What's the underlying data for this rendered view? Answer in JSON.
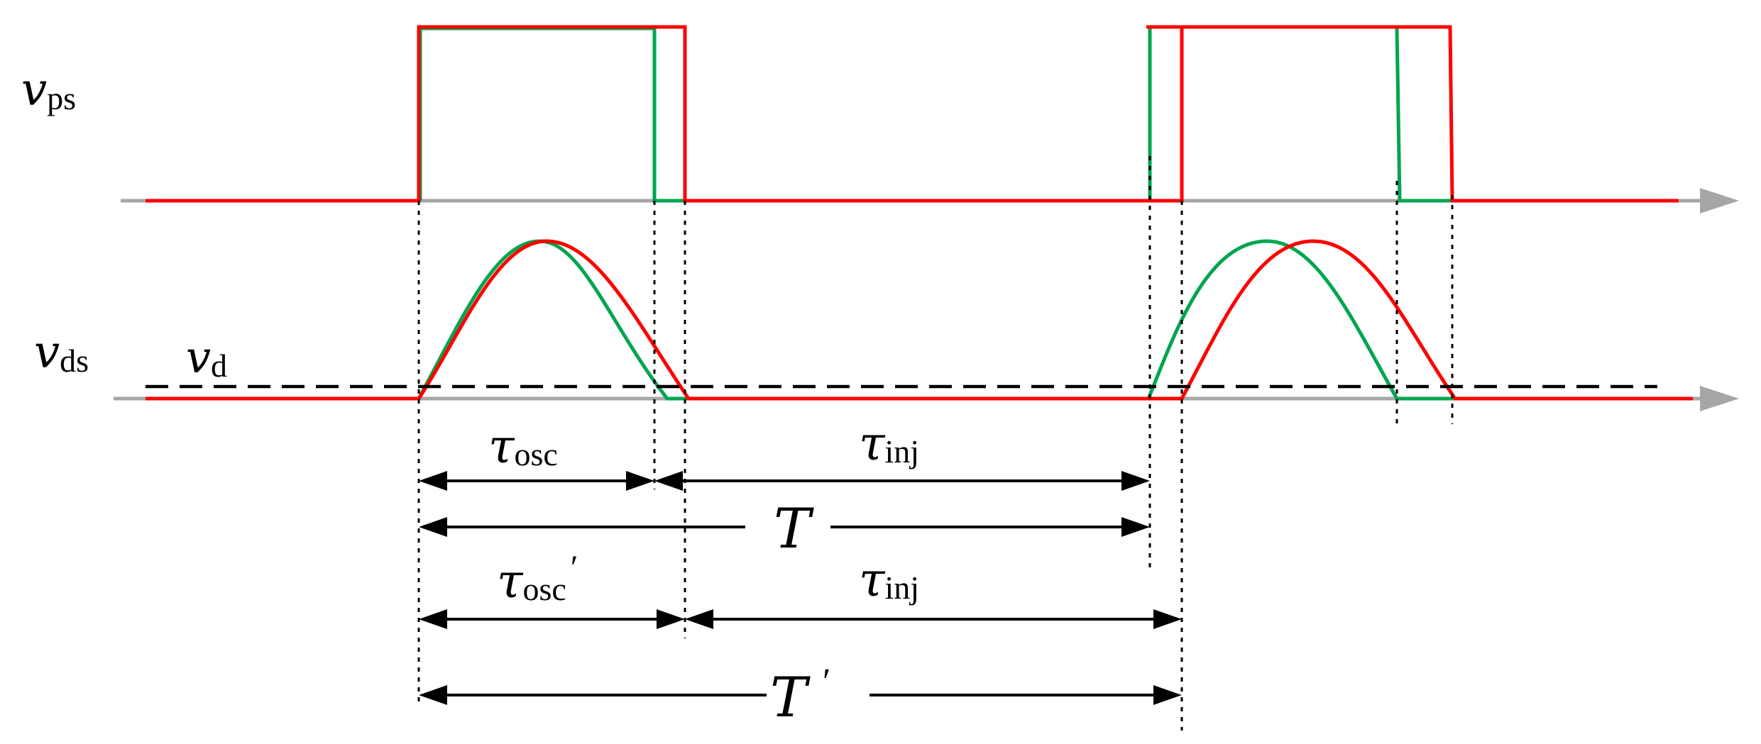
{
  "signals": {
    "vps_symbol": "v",
    "vps_subscript": "ps",
    "vds_symbol": "v",
    "vds_subscript": "ds",
    "vd_symbol": "v",
    "vd_subscript": "d"
  },
  "dimensions": {
    "tau_symbol": "τ",
    "osc_subscript": "osc",
    "inj_subscript": "inj",
    "period": "T",
    "prime": "′"
  },
  "colors": {
    "nominal": "#00a550",
    "shifted": "#ff0000",
    "axis": "#a6a6a6",
    "annotation": "#000000"
  }
}
